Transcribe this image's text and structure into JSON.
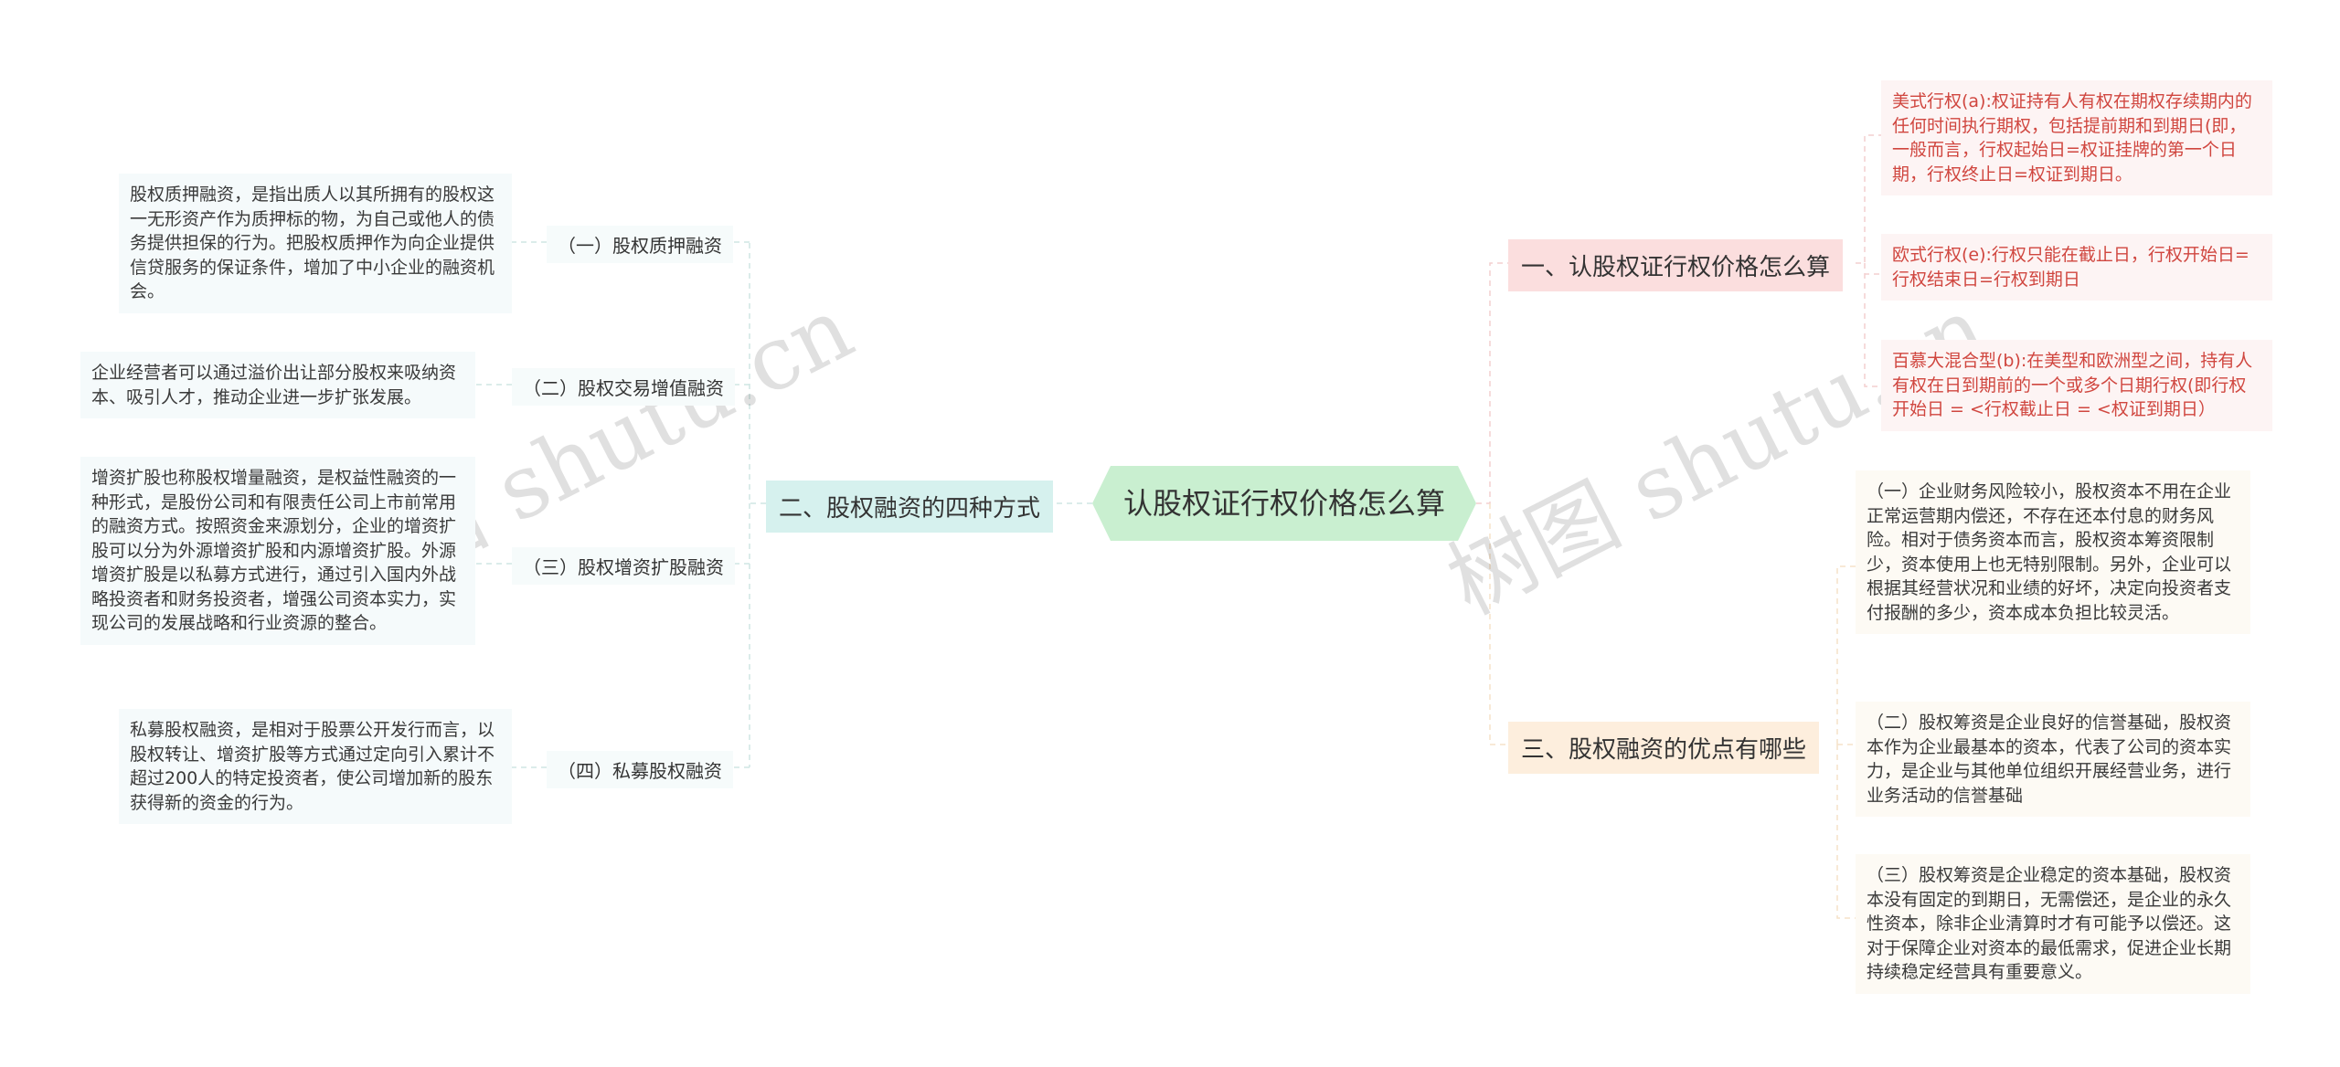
{
  "central": {
    "title": "认股权证行权价格怎么算",
    "color": "#c9efd0"
  },
  "right": [
    {
      "label": "一、认股权证行权价格怎么算",
      "color": "#fbdede",
      "children": [
        {
          "text": "美式行权(a):权证持有人有权在期权存续期内的任何时间执行期权，包括提前期和到期日(即，一般而言，行权起始日=权证挂牌的第一个日期，行权终止日=权证到期日。"
        },
        {
          "text": "欧式行权(e):行权只能在截止日，行权开始日=行权结束日=行权到期日"
        },
        {
          "text": "百慕大混合型(b):在美型和欧洲型之间，持有人有权在日到期前的一个或多个日期行权(即行权开始日 = <行权截止日 = <权证到期日）"
        }
      ]
    },
    {
      "label": "三、股权融资的优点有哪些",
      "color": "#fdeedd",
      "children": [
        {
          "text": "（一）企业财务风险较小，股权资本不用在企业正常运营期内偿还，不存在还本付息的财务风险。相对于债务资本而言，股权资本筹资限制少，资本使用上也无特别限制。另外，企业可以根据其经营状况和业绩的好坏，决定向投资者支付报酬的多少，资本成本负担比较灵活。"
        },
        {
          "text": "（二）股权筹资是企业良好的信誉基础，股权资本作为企业最基本的资本，代表了公司的资本实力，是企业与其他单位组织开展经营业务，进行业务活动的信誉基础"
        },
        {
          "text": "（三）股权筹资是企业稳定的资本基础，股权资本没有固定的到期日，无需偿还，是企业的永久性资本，除非企业清算时才有可能予以偿还。这对于保障企业对资本的最低需求，促进企业长期持续稳定经营具有重要意义。"
        }
      ]
    }
  ],
  "left": {
    "label": "二、股权融资的四种方式",
    "color": "#d6f1ee",
    "children": [
      {
        "label": "（一）股权质押融资",
        "text": "股权质押融资，是指出质人以其所拥有的股权这一无形资产作为质押标的物，为自己或他人的债务提供担保的行为。把股权质押作为向企业提供信贷服务的保证条件，增加了中小企业的融资机会。"
      },
      {
        "label": "（二）股权交易增值融资",
        "text": "企业经营者可以通过溢价出让部分股权来吸纳资本、吸引人才，推动企业进一步扩张发展。"
      },
      {
        "label": "（三）股权增资扩股融资",
        "text": "增资扩股也称股权增量融资，是权益性融资的一种形式，是股份公司和有限责任公司上市前常用的融资方式。按照资金来源划分，企业的增资扩股可以分为外源增资扩股和内源增资扩股。外源增资扩股是以私募方式进行，通过引入国内外战略投资者和财务投资者，增强公司资本实力，实现公司的发展战略和行业资源的整合。"
      },
      {
        "label": "（四）私募股权融资",
        "text": "私募股权融资，是相对于股票公开发行而言，以股权转让、增资扩股等方式通过定向引入累计不超过200人的特定投资者，使公司增加新的股东获得新的资金的行为。"
      }
    ]
  },
  "watermark": "树图 shutu.cn"
}
